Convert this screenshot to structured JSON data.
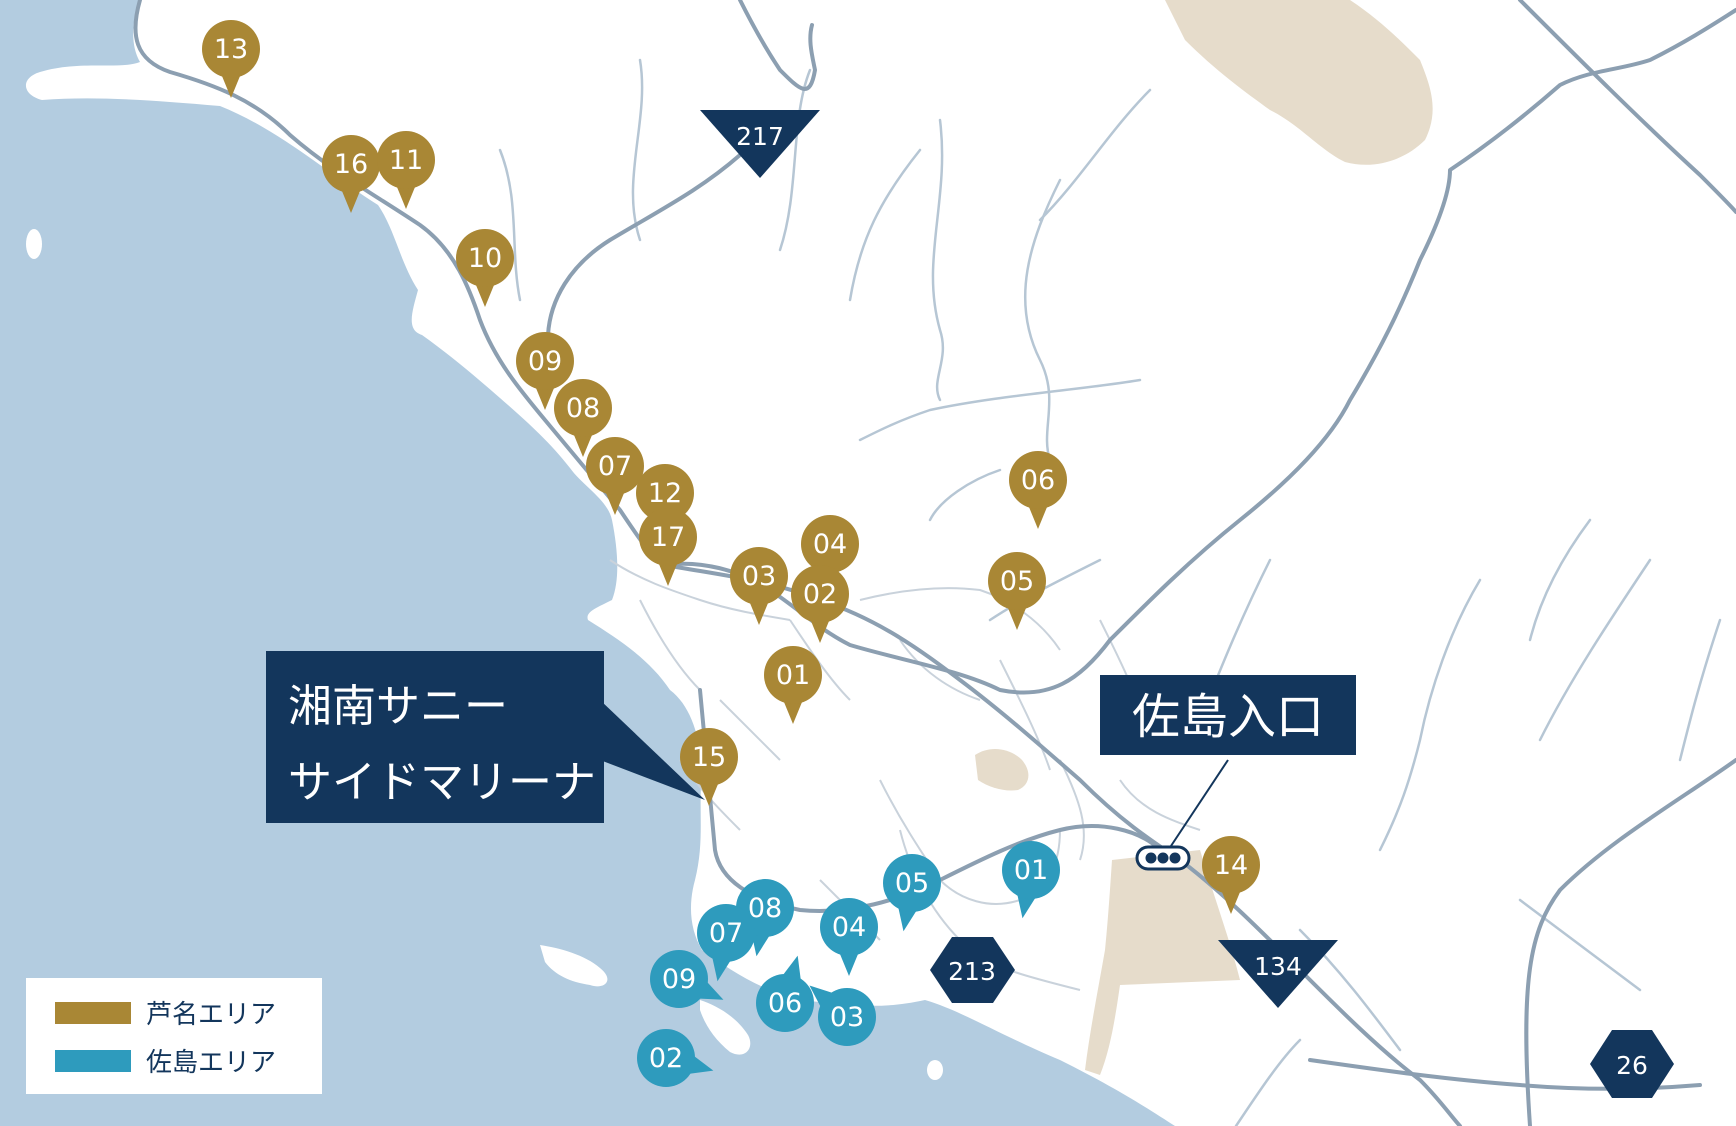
{
  "colors": {
    "sea": "#b3cce0",
    "land": "#ffffff",
    "urban": "#e6dccb",
    "road": "#8c9fb1",
    "stream": "#b6c6d4",
    "ashina": "#a98735",
    "sajima": "#2e9bbd",
    "navy": "#13365c"
  },
  "legend": {
    "items": [
      {
        "label": "芦名エリア",
        "color": "#a98735"
      },
      {
        "label": "佐島エリア",
        "color": "#2e9bbd"
      }
    ]
  },
  "callouts": {
    "marina": {
      "lines": [
        "湘南サニー",
        "サイドマリーナ"
      ]
    },
    "sajima_entrance": {
      "label": "佐島入口"
    }
  },
  "routes": {
    "r217": {
      "label": "217",
      "shield": "triangle"
    },
    "r134": {
      "label": "134",
      "shield": "triangle"
    },
    "r213": {
      "label": "213",
      "shield": "hexagon"
    },
    "r26": {
      "label": "26",
      "shield": "hexagon"
    }
  },
  "markers": {
    "ashina": [
      {
        "label": "13"
      },
      {
        "label": "16"
      },
      {
        "label": "11"
      },
      {
        "label": "10"
      },
      {
        "label": "09"
      },
      {
        "label": "08"
      },
      {
        "label": "07"
      },
      {
        "label": "12"
      },
      {
        "label": "17"
      },
      {
        "label": "04"
      },
      {
        "label": "03"
      },
      {
        "label": "02"
      },
      {
        "label": "06"
      },
      {
        "label": "05"
      },
      {
        "label": "01"
      },
      {
        "label": "15"
      },
      {
        "label": "14"
      }
    ],
    "sajima": [
      {
        "label": "01"
      },
      {
        "label": "05"
      },
      {
        "label": "08"
      },
      {
        "label": "07"
      },
      {
        "label": "04"
      },
      {
        "label": "09"
      },
      {
        "label": "06"
      },
      {
        "label": "03"
      },
      {
        "label": "02"
      }
    ]
  },
  "traffic_signal_icon": "traffic-light-icon"
}
